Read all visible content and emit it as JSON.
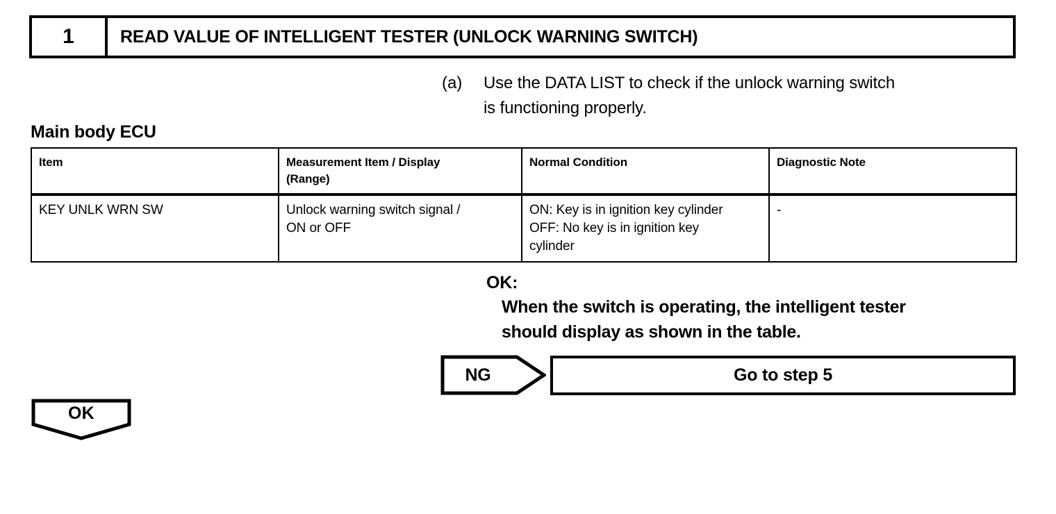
{
  "step": {
    "number": "1",
    "title": "READ VALUE OF INTELLIGENT TESTER (UNLOCK WARNING SWITCH)"
  },
  "instruction": {
    "marker": "(a)",
    "line1": "Use the DATA LIST to check if the unlock warning switch",
    "line2": "is functioning properly."
  },
  "section": {
    "heading": "Main body ECU"
  },
  "table": {
    "headers": [
      "Item",
      "Measurement Item / Display (Range)",
      "Normal Condition",
      "Diagnostic Note"
    ],
    "header_lines": {
      "measurement_l1": "Measurement Item / Display",
      "measurement_l2": "(Range)"
    },
    "rows": [
      {
        "item": "KEY UNLK WRN SW",
        "measurement_l1": "Unlock warning switch signal /",
        "measurement_l2": "ON or OFF",
        "normal_l1": "ON: Key is in ignition key cylinder",
        "normal_l2": "OFF: No key is in ignition key",
        "normal_l3": "cylinder",
        "note": "-"
      }
    ]
  },
  "result": {
    "ok_label": "OK:",
    "ok_line1": "When the switch is operating, the intelligent tester",
    "ok_line2": "should display as shown in the table."
  },
  "branches": {
    "ng_label": "NG",
    "ng_target": "Go to step 5",
    "ok_label": "OK"
  },
  "colors": {
    "ink": "#000000",
    "paper": "#ffffff"
  }
}
